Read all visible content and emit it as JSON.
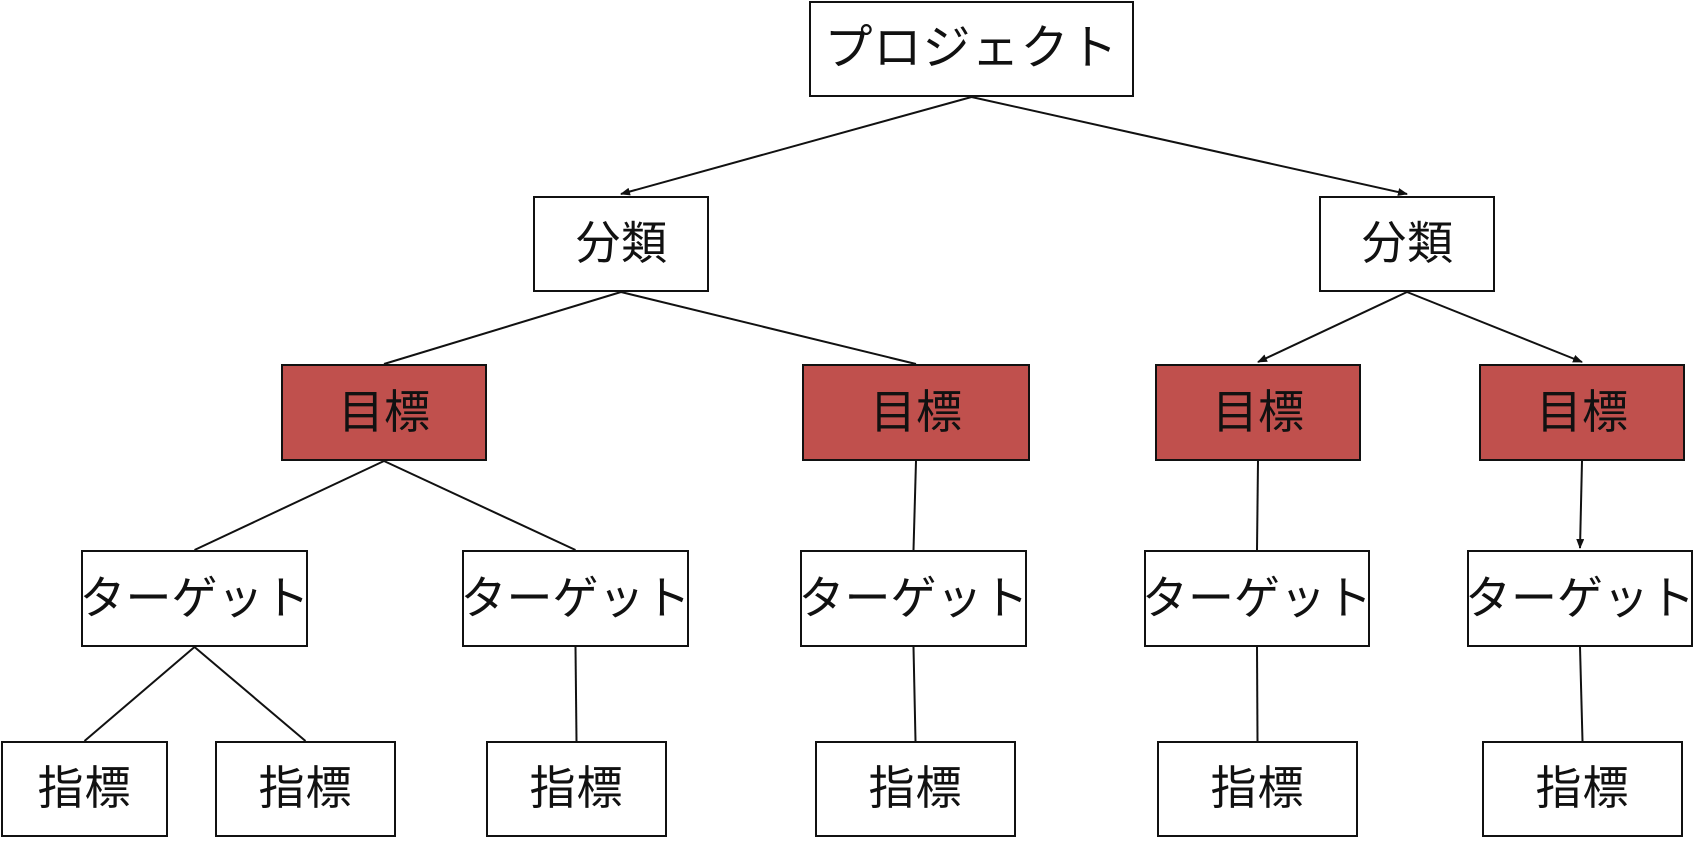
{
  "colors": {
    "goal_fill": "#c0504d",
    "box_fill": "#ffffff",
    "stroke": "#111111"
  },
  "labels": {
    "project": "プロジェクト",
    "category_left": "分類",
    "category_right": "分類",
    "goal_1": "目標",
    "goal_2": "目標",
    "goal_3": "目標",
    "goal_4": "目標",
    "target_1": "ターゲット",
    "target_2": "ターゲット",
    "target_3": "ターゲット",
    "target_4": "ターゲット",
    "target_5": "ターゲット",
    "metric_1": "指標",
    "metric_2": "指標",
    "metric_3": "指標",
    "metric_4": "指標",
    "metric_5": "指標",
    "metric_6": "指標"
  },
  "edges": [
    {
      "from": "project",
      "to": "category_left",
      "arrow": true
    },
    {
      "from": "project",
      "to": "category_right",
      "arrow": true
    },
    {
      "from": "category_left",
      "to": "goal_1",
      "arrow": false
    },
    {
      "from": "category_left",
      "to": "goal_2",
      "arrow": false
    },
    {
      "from": "category_right",
      "to": "goal_3",
      "arrow": true
    },
    {
      "from": "category_right",
      "to": "goal_4",
      "arrow": true
    },
    {
      "from": "goal_1",
      "to": "target_1",
      "arrow": false
    },
    {
      "from": "goal_1",
      "to": "target_2",
      "arrow": false
    },
    {
      "from": "goal_2",
      "to": "target_3",
      "arrow": false
    },
    {
      "from": "goal_3",
      "to": "target_4",
      "arrow": false
    },
    {
      "from": "goal_4",
      "to": "target_5",
      "arrow": true
    },
    {
      "from": "target_1",
      "to": "metric_1",
      "arrow": false
    },
    {
      "from": "target_1",
      "to": "metric_2",
      "arrow": false
    },
    {
      "from": "target_2",
      "to": "metric_3",
      "arrow": false
    },
    {
      "from": "target_3",
      "to": "metric_4",
      "arrow": false
    },
    {
      "from": "target_4",
      "to": "metric_5",
      "arrow": false
    },
    {
      "from": "target_5",
      "to": "metric_6",
      "arrow": false
    }
  ]
}
